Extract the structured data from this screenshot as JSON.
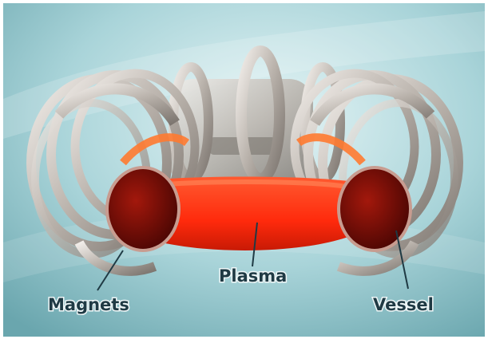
{
  "labels": {
    "magnets": "Magnets",
    "plasma": "Plasma",
    "vessel": "Vessel"
  },
  "colors": {
    "background_light": "#d9eef0",
    "background_dark": "#7fb8bf",
    "coil": "#b8b2ad",
    "plasma": "#ff3a18",
    "plasma_dark": "#8a0d05",
    "label": "#1f3a44"
  }
}
